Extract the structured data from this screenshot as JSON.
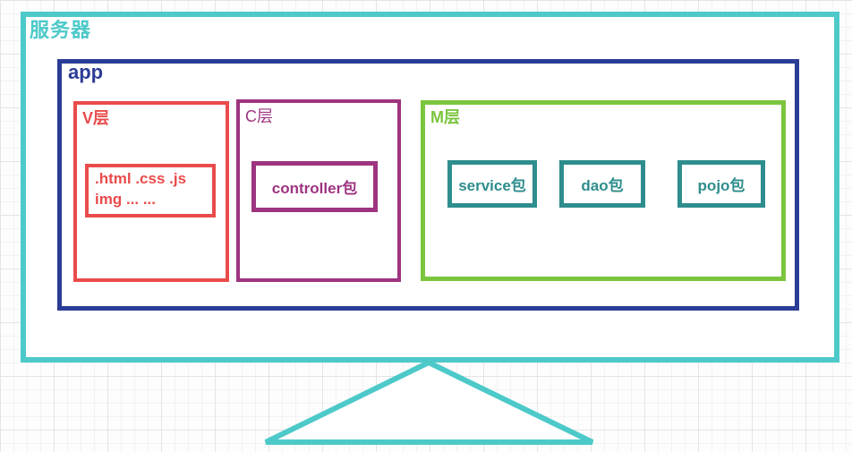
{
  "colors": {
    "teal": "#4dc9c9",
    "teal_dark": "#2f8d8d",
    "blue": "#2b3c97",
    "red": "#ea4b4b",
    "purple": "#9e3480",
    "green": "#7bc53e",
    "grid_major": "#e4e4e4",
    "grid_minor": "#f2f2f2"
  },
  "diagram": {
    "server": {
      "label": "服务器",
      "app": {
        "label": "app",
        "layers": [
          {
            "id": "view",
            "label": "V层",
            "items": [
              ".html .css .js\nimg  ... ..."
            ]
          },
          {
            "id": "controller",
            "label": "C层",
            "items": [
              "controller包"
            ]
          },
          {
            "id": "model",
            "label": "M层",
            "items": [
              "service包",
              "dao包",
              "pojo包"
            ]
          }
        ]
      }
    }
  }
}
